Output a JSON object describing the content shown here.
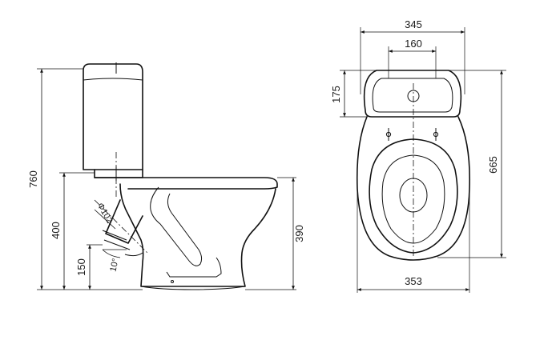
{
  "dimensions": {
    "side_view": {
      "total_height": "760",
      "bowl_height": "400",
      "outlet_height": "150",
      "rim_height": "390",
      "outlet_diameter": "Φ102",
      "outlet_angle": "10°"
    },
    "top_view": {
      "overall_width": "345",
      "mount_spacing": "160",
      "tank_depth": "175",
      "overall_length": "665",
      "bowl_width": "353"
    }
  }
}
